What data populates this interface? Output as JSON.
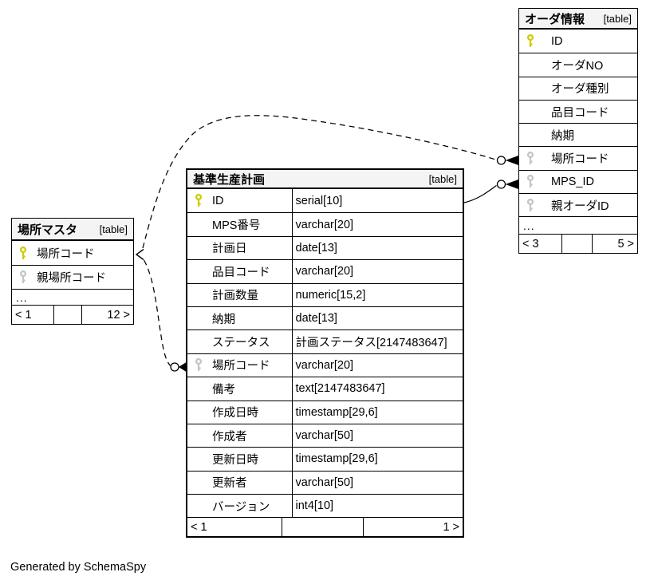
{
  "page": {
    "footer_note": "Generated by SchemaSpy"
  },
  "colors": {
    "pk_key": "#cdcd00",
    "fk_key": "#c4c4c4",
    "header_bg": "#f4f4f4",
    "border": "#000000"
  },
  "relationships": [
    {
      "parent": "場所マスタ.場所コード",
      "child": "オーダ情報.場所コード",
      "style": "implied-dashed"
    },
    {
      "parent": "場所マスタ.場所コード",
      "child": "基準生産計画.場所コード",
      "style": "implied-dashed"
    },
    {
      "parent": "基準生産計画.ID",
      "child": "オーダ情報.MPS_ID",
      "style": "foreign-key-solid"
    }
  ],
  "tables": {
    "order_info": {
      "title": "オーダ情報",
      "tag": "[table]",
      "columns": [
        {
          "name": "ID",
          "key": "pk"
        },
        {
          "name": "オーダNO",
          "key": ""
        },
        {
          "name": "オーダ種別",
          "key": ""
        },
        {
          "name": "品目コード",
          "key": ""
        },
        {
          "name": "納期",
          "key": ""
        },
        {
          "name": "場所コード",
          "key": "fk"
        },
        {
          "name": "MPS_ID",
          "key": "fk"
        },
        {
          "name": "親オーダID",
          "key": "fk"
        },
        {
          "name": "...",
          "key": "",
          "variant": "ellipsis"
        }
      ],
      "footer": {
        "left": "< 3",
        "mid": "",
        "right": "5 >"
      }
    },
    "mps": {
      "title": "基準生産計画",
      "tag": "[table]",
      "columns": [
        {
          "name": "ID",
          "type": "serial[10]",
          "key": "pk"
        },
        {
          "name": "MPS番号",
          "type": "varchar[20]",
          "key": ""
        },
        {
          "name": "計画日",
          "type": "date[13]",
          "key": ""
        },
        {
          "name": "品目コード",
          "type": "varchar[20]",
          "key": ""
        },
        {
          "name": "計画数量",
          "type": "numeric[15,2]",
          "key": ""
        },
        {
          "name": "納期",
          "type": "date[13]",
          "key": ""
        },
        {
          "name": "ステータス",
          "type": "計画ステータス[2147483647]",
          "key": ""
        },
        {
          "name": "場所コード",
          "type": "varchar[20]",
          "key": "fk"
        },
        {
          "name": "備考",
          "type": "text[2147483647]",
          "key": ""
        },
        {
          "name": "作成日時",
          "type": "timestamp[29,6]",
          "key": ""
        },
        {
          "name": "作成者",
          "type": "varchar[50]",
          "key": ""
        },
        {
          "name": "更新日時",
          "type": "timestamp[29,6]",
          "key": ""
        },
        {
          "name": "更新者",
          "type": "varchar[50]",
          "key": ""
        },
        {
          "name": "バージョン",
          "type": "int4[10]",
          "key": ""
        }
      ],
      "footer": {
        "left": "< 1",
        "mid": "",
        "right": "1 >"
      }
    },
    "location_master": {
      "title": "場所マスタ",
      "tag": "[table]",
      "columns": [
        {
          "name": "場所コード",
          "key": "pk"
        },
        {
          "name": "親場所コード",
          "key": "fk"
        },
        {
          "name": "...",
          "key": "",
          "variant": "ellipsis"
        }
      ],
      "footer": {
        "left": "< 1",
        "mid": "",
        "right": "12 >"
      }
    }
  }
}
